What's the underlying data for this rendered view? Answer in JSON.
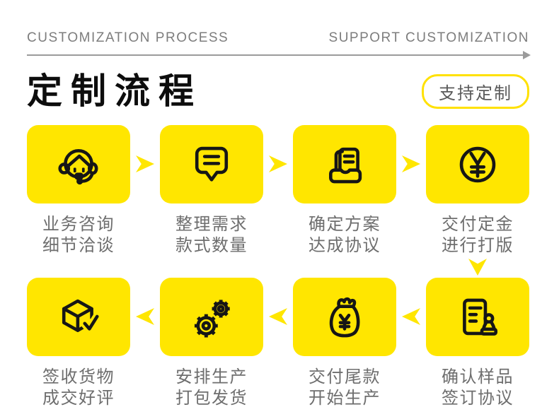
{
  "header": {
    "left_caption": "CUSTOMIZATION PROCESS",
    "right_caption": "SUPPORT CUSTOMIZATION"
  },
  "title": {
    "text": "定制流程",
    "badge": "支持定制"
  },
  "colors": {
    "accent_yellow": "#ffe600",
    "badge_border_yellow": "#ffe100",
    "icon_black": "#161616",
    "label_gray": "#6e6e6e",
    "caption_gray": "#7d7d7d",
    "divider_gray": "#9b9b9b"
  },
  "flow": {
    "row1_direction": "left-to-right",
    "row2_direction": "right-to-left",
    "steps_row1": [
      {
        "icon": "customer-service-icon",
        "line1": "业务咨询",
        "line2": "细节洽谈"
      },
      {
        "icon": "chat-bubble-icon",
        "line1": "整理需求",
        "line2": "款式数量"
      },
      {
        "icon": "document-tray-icon",
        "line1": "确定方案",
        "line2": "达成协议"
      },
      {
        "icon": "yen-coin-icon",
        "line1": "交付定金",
        "line2": "进行打版"
      }
    ],
    "steps_row2": [
      {
        "icon": "box-check-icon",
        "line1": "签收货物",
        "line2": "成交好评"
      },
      {
        "icon": "gears-icon",
        "line1": "安排生产",
        "line2": "打包发货"
      },
      {
        "icon": "money-bag-icon",
        "line1": "交付尾款",
        "line2": "开始生产"
      },
      {
        "icon": "document-stamp-icon",
        "line1": "确认样品",
        "line2": "签订协议"
      }
    ]
  }
}
